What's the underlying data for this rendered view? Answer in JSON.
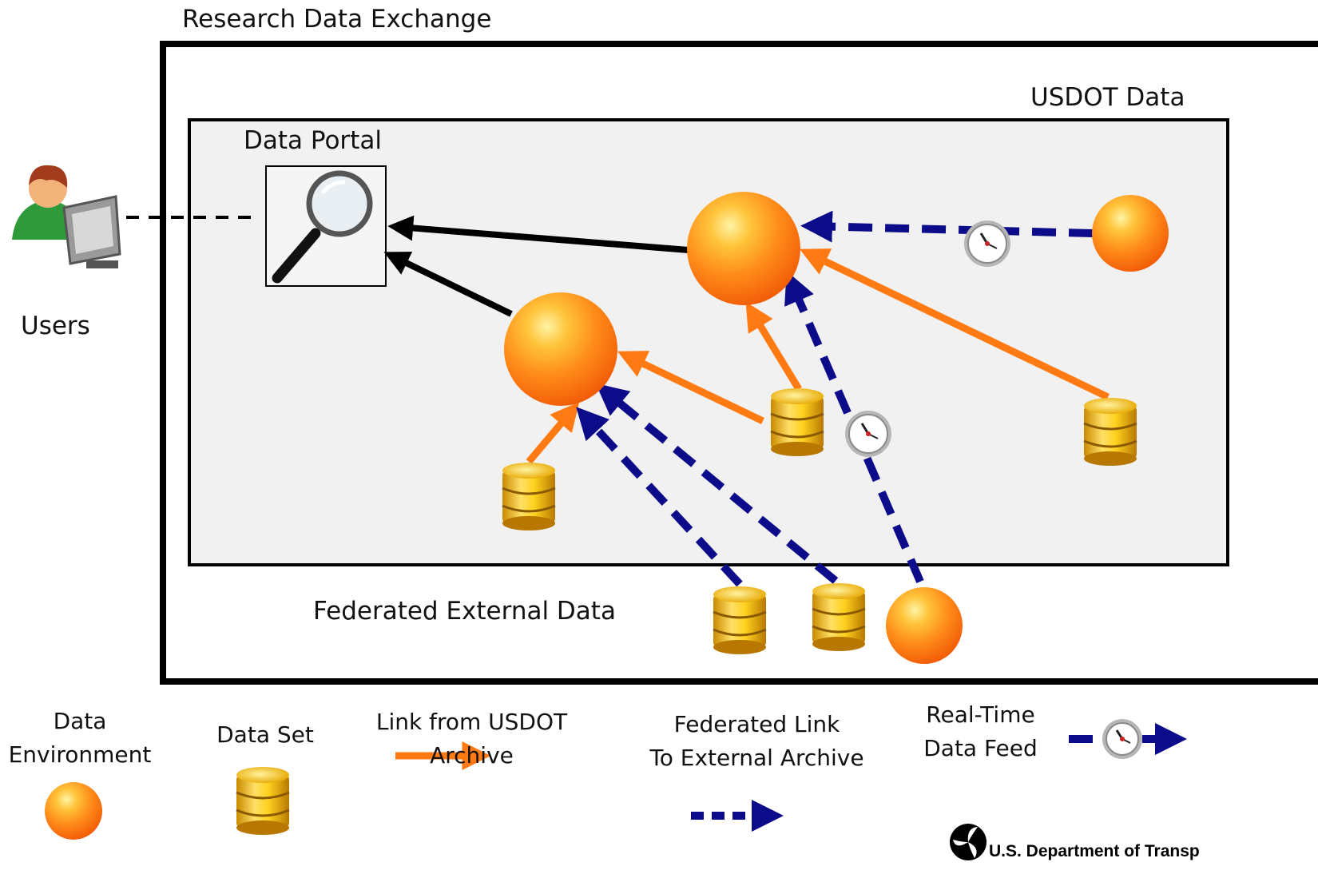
{
  "labels": {
    "outer_title": "Research Data Exchange",
    "inner_title": "USDOT Data",
    "portal": "Data Portal",
    "users": "Users",
    "external": "Federated External Data"
  },
  "legend": {
    "environment": "Data\nEnvironment",
    "dataset": "Data Set",
    "usdot_link": "Link from USDOT\nArchive",
    "federated_link": "Federated Link\nTo External Archive",
    "realtime": "Real-Time\nData Feed"
  },
  "footer": {
    "agency": "U.S. Department of Transp"
  },
  "colors": {
    "orange_link": "#ff7a12",
    "federated_link": "#0c0c8a",
    "portal_link": "#000000",
    "inner_fill": "#f1f1f1"
  },
  "icons": {
    "user": "user-at-computer-icon",
    "portal": "magnifier-icon",
    "environment": "orange-sphere-icon",
    "dataset": "database-stack-icon",
    "clock": "clock-icon",
    "dot_logo": "dot-triskelion-logo"
  }
}
